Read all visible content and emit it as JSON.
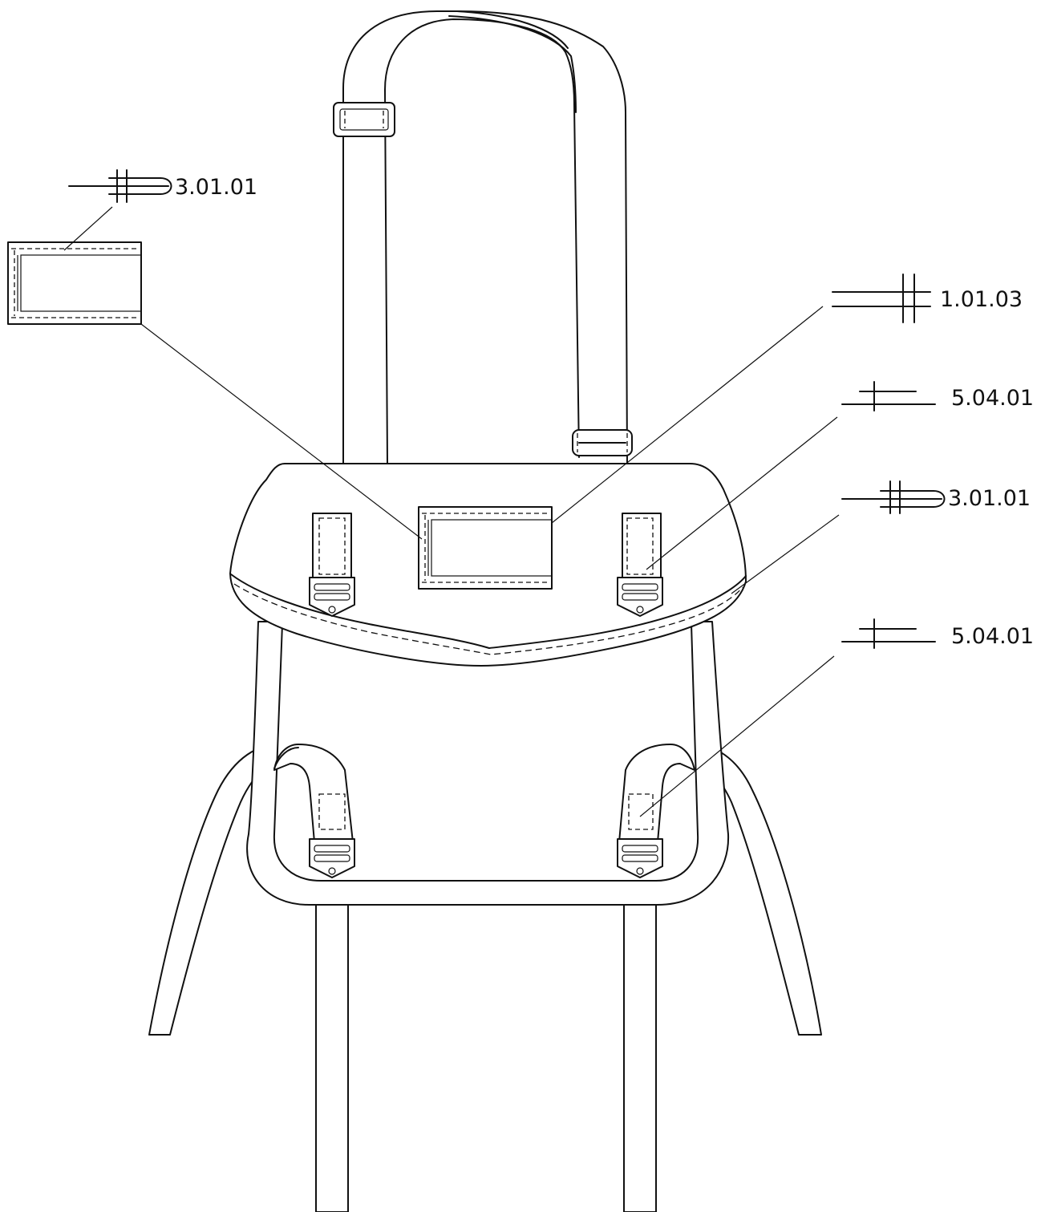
{
  "callouts": [
    {
      "id": "pocket-topstitch",
      "code": "3.01.01"
    },
    {
      "id": "pocket-double-stitch",
      "code": "1.01.03"
    },
    {
      "id": "tab-stitch-upper",
      "code": "5.04.01"
    },
    {
      "id": "flap-edge-stitch",
      "code": "3.01.01"
    },
    {
      "id": "tab-stitch-lower",
      "code": "5.04.01"
    }
  ],
  "colors": {
    "line": "#111111",
    "background": "#ffffff"
  }
}
